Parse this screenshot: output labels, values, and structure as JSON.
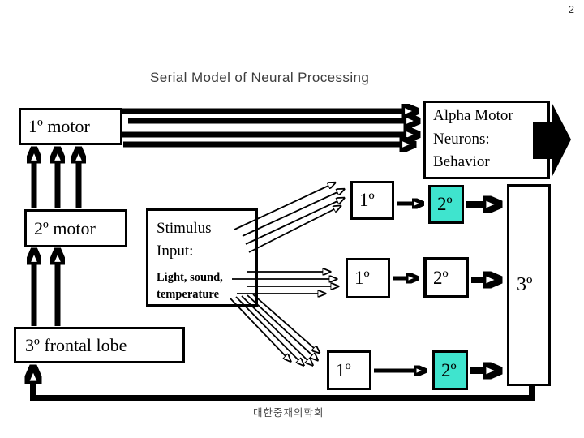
{
  "slide": {
    "page_number": "2",
    "title": "Serial Model of Neural Processing",
    "footer": "대한중재의학회"
  },
  "colors": {
    "highlight": "#3FE4CE",
    "ink": "#000000",
    "title_color": "#3d3d3d",
    "footer_color": "#4a4a4a"
  },
  "boxes": {
    "primary_motor": "1º motor",
    "secondary_motor": "2º motor",
    "tertiary_frontal": "3º frontal lobe",
    "alpha_neurons": "Alpha Motor Neurons: Behavior",
    "stimulus_title": "Stimulus Input:",
    "stimulus_detail": "Light, sound, temperature",
    "tertiary_sensory": "3º",
    "sensory_rows": [
      {
        "first": "1º",
        "second": "2º",
        "second_highlight": true
      },
      {
        "first": "1º",
        "second": "2º",
        "second_highlight": false
      },
      {
        "first": "1º",
        "second": "2º",
        "second_highlight": true
      }
    ]
  }
}
